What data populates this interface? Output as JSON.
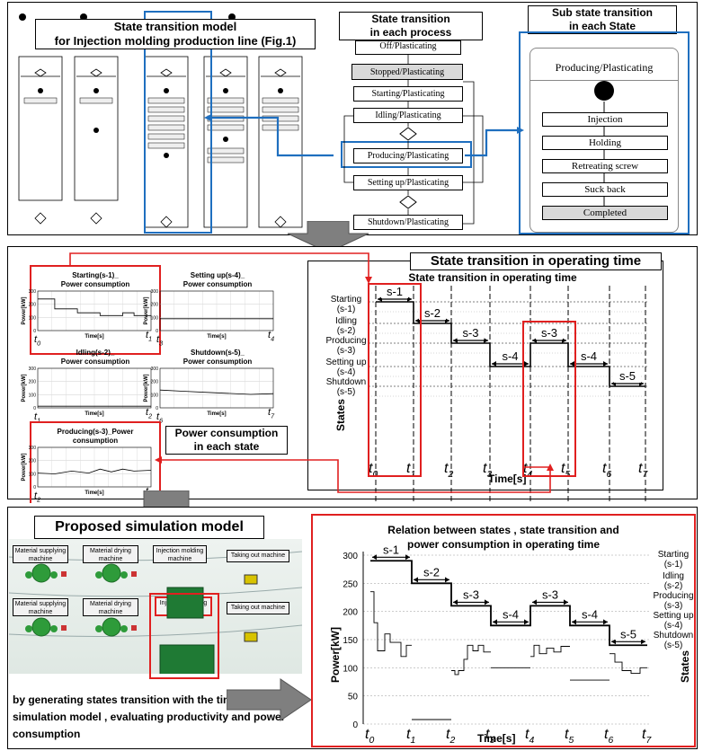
{
  "top": {
    "model_title_line1": "State transition model",
    "model_title_line2": "for Injection molding production line (Fig.1)",
    "process_title_line1": "State transition",
    "process_title_line2": "in each process",
    "process_states": [
      "Off/Plasticating",
      "Stopped/Plasticating",
      "Starting/Plasticating",
      "Idling/Plasticating",
      "Producing/Plasticating",
      "Setting up/Plasticating",
      "Shutdown/Plasticating"
    ],
    "sub_title_line1": "Sub state transition",
    "sub_title_line2": "in each State",
    "sub_header": "Producing/Plasticating",
    "sub_states": [
      "Injection",
      "Holding",
      "Retreating screw",
      "Suck back",
      "Completed"
    ]
  },
  "middle": {
    "charts": [
      {
        "title1": "Starting(s-1)_",
        "title2": "Power consumption",
        "t_left": "t",
        "t_left_sub": "0",
        "t_right": "t",
        "t_right_sub": "1"
      },
      {
        "title1": "Setting up(s-4)_",
        "title2": "Power consumption",
        "t_left": "t",
        "t_left_sub": "3",
        "t_right": "t",
        "t_right_sub": "4"
      },
      {
        "title1": "Idling(s-2)_",
        "title2": "Power consumption",
        "t_left": "t",
        "t_left_sub": "1",
        "t_right": "t",
        "t_right_sub": "2"
      },
      {
        "title1": "Shutdown(s-5)_",
        "title2": "Power consumption",
        "t_left": "t",
        "t_left_sub": "6",
        "t_right": "t",
        "t_right_sub": "7"
      },
      {
        "title1": "Producing(s-3)_Power",
        "title2": "consumption",
        "t_left": "t",
        "t_left_sub": "2",
        "t_right": "t",
        "t_right_sub": "3"
      }
    ],
    "ylabel": "Power[kW]",
    "xlabel": "Time[s]",
    "yticks": [
      "300",
      "200",
      "100",
      "0"
    ],
    "power_label_line1": "Power consumption",
    "power_label_line2": "in each state",
    "op_title": "State transition in operating time",
    "op_subtitle": "State transition in operating time",
    "state_labels": [
      [
        "Starting",
        "(s-1)"
      ],
      [
        "Idling",
        "(s-2)"
      ],
      [
        "Producing",
        "(s-3)"
      ],
      [
        "Setting up",
        "(s-4)"
      ],
      [
        "Shutdown",
        "(s-5)"
      ]
    ],
    "states_axis": "States",
    "time_axis": "Time[s]",
    "segments": [
      "s-1",
      "s-2",
      "s-3",
      "s-4",
      "s-3",
      "s-4",
      "s-5"
    ],
    "t_ticks": [
      "0",
      "1",
      "2",
      "3",
      "4",
      "5",
      "6",
      "7"
    ]
  },
  "bottom": {
    "sim_title": "Proposed simulation model",
    "machines_row1": [
      "Material supplying machine",
      "Material drying machine",
      "Injection molding machine",
      "Taking out machine"
    ],
    "machines_row2": [
      "Material supplying machine",
      "Material drying machine",
      "Injection molding machine",
      "Taking out machine"
    ],
    "description": "by generating states transition with the time by simulation model , evaluating productivity and power consumption",
    "rel_title_line1": "Relation between states , state transition and",
    "rel_title_line2": "power consumption in operating time",
    "ylabel": "Power[kW]",
    "yticks": [
      "300",
      "250",
      "200",
      "150",
      "100",
      "50",
      "0"
    ],
    "xlabel": "Time[s]",
    "states_axis": "States"
  },
  "chart_data": {
    "type": "line",
    "title": "Relation between states , state transition and power consumption in operating time",
    "xlabel": "Time[s]",
    "ylabel": "Power[kW]",
    "ylim": [
      0,
      300
    ],
    "x_ticks": [
      "t0",
      "t1",
      "t2",
      "t3",
      "t4",
      "t5",
      "t6",
      "t7"
    ],
    "segments": [
      {
        "state": "s-1",
        "from": "t0",
        "to": "t1",
        "level": 290
      },
      {
        "state": "s-2",
        "from": "t1",
        "to": "t2",
        "level": 250
      },
      {
        "state": "s-3",
        "from": "t2",
        "to": "t3",
        "level": 210
      },
      {
        "state": "s-4",
        "from": "t3",
        "to": "t4",
        "level": 175
      },
      {
        "state": "s-3",
        "from": "t4",
        "to": "t5",
        "level": 210
      },
      {
        "state": "s-4",
        "from": "t5",
        "to": "t6",
        "level": 175
      },
      {
        "state": "s-5",
        "from": "t6",
        "to": "t7",
        "level": 140
      }
    ],
    "colors": {
      "frame_red": "#e02020",
      "frame_blue": "#1f6fbf",
      "arrow_gray": "#808080",
      "machine_green": "#2e9b3a"
    }
  }
}
